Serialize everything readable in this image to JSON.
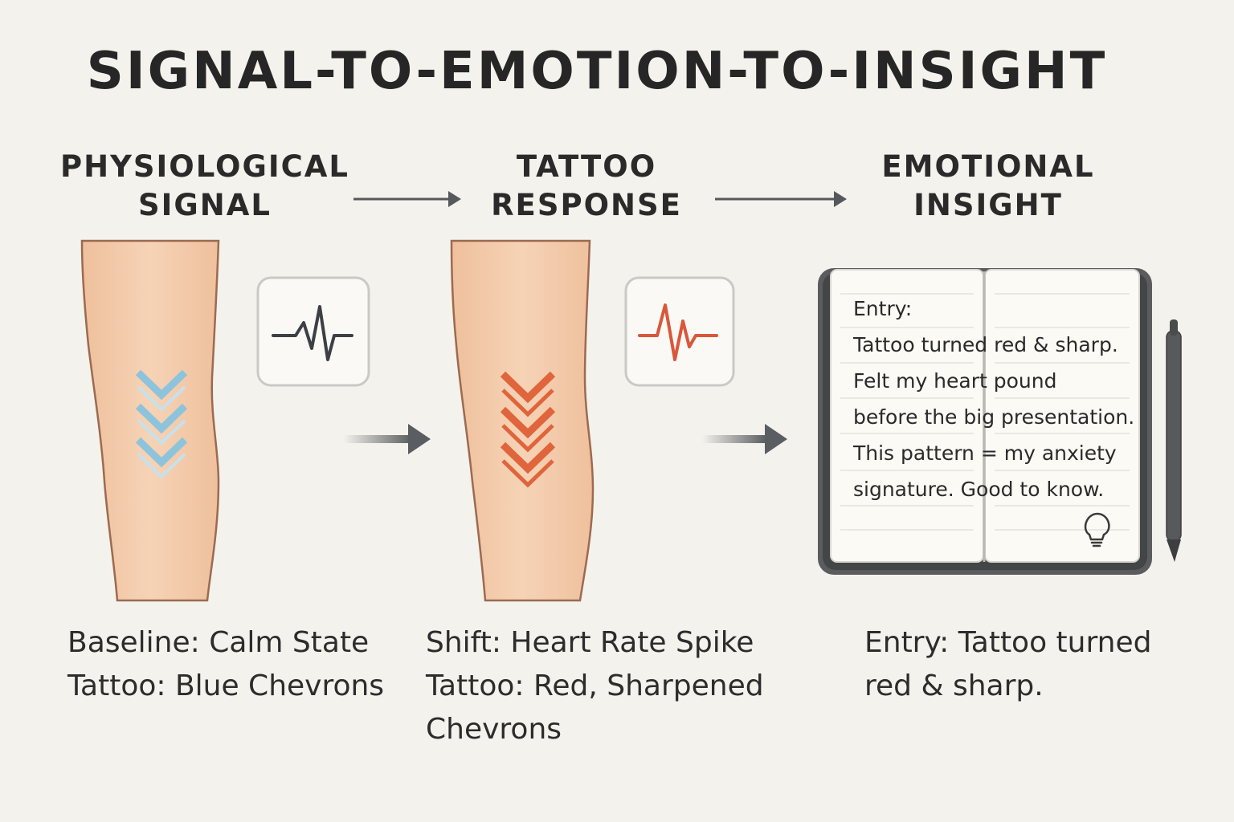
{
  "title": "SIGNAL-TO-EMOTION-TO-INSIGHT",
  "stages": [
    {
      "heading": [
        "PHYSIOLOGICAL",
        "SIGNAL"
      ],
      "caption": [
        "Baseline: Calm State",
        "Tattoo: Blue Chevrons"
      ]
    },
    {
      "heading": [
        "TATTOO",
        "RESPONSE"
      ],
      "caption": [
        "Shift: Heart Rate Spike",
        "Tattoo: Red, Sharpened",
        "Chevrons"
      ]
    },
    {
      "heading": [
        "EMOTIONAL",
        "INSIGHT"
      ],
      "caption": [
        "Entry: Tattoo turned",
        "red & sharp."
      ]
    }
  ],
  "journal": {
    "lines": [
      "Entry:",
      "Tattoo turned red & sharp.",
      "Felt my heart pound",
      "before the big presentation.",
      "This pattern = my anxiety",
      "signature. Good to know."
    ]
  },
  "icons": {
    "calm": "heartbeat-icon",
    "spike": "heartbeat-icon",
    "insight": "lightbulb-icon",
    "writing": "pen-icon"
  },
  "colors": {
    "background": "#f4f2ec",
    "skin": "#f2c9a6",
    "calm": "#8ec3dc",
    "alert": "#e0643c",
    "text": "#2b2b2b"
  }
}
